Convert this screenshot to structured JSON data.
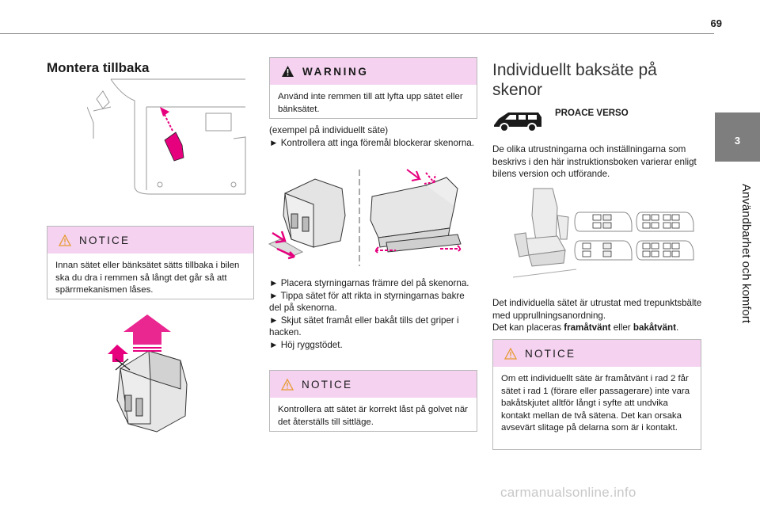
{
  "page_number": "69",
  "chapter": {
    "number": "3",
    "title": "Användbarhet och komfort"
  },
  "col1": {
    "heading": "Montera tillbaka",
    "notice": {
      "label": "NOTICE",
      "text": "Innan sätet eller bänksätet sätts tillbaka i bilen ska du dra i remmen så långt det går så att spärrmekanismen låses."
    }
  },
  "col2": {
    "warning": {
      "label": "WARNING",
      "text": "Använd inte remmen till att lyfta upp sätet eller bänksätet."
    },
    "intro_lines": [
      "(exempel på individuellt säte)",
      "► Kontrollera att inga föremål blockerar skenorna."
    ],
    "steps": [
      "► Placera styrningarnas främre del på skenorna.",
      "► Tippa sätet för att rikta in styrningarnas bakre del på skenorna.",
      "► Skjut sätet framåt eller bakåt tills det griper i hacken.",
      "► Höj ryggstödet."
    ],
    "notice": {
      "label": "NOTICE",
      "text": "Kontrollera att sätet är korrekt låst på golvet när det återställs till sittläge."
    }
  },
  "col3": {
    "title_line1": "Individuellt baksäte på",
    "title_line2": "skenor",
    "model": "PROACE VERSO",
    "intro": "De olika utrustningarna och inställningarna som beskrivs i den här instruktionsboken varierar enligt bilens version och utförande.",
    "desc_line1": "Det individuella sätet är utrustat med trepunktsbälte med upprullningsanordning.",
    "desc_prefix": "Det kan placeras ",
    "desc_bold1": "framåtvänt",
    "desc_mid": " eller ",
    "desc_bold2": "bakåtvänt",
    "desc_end": ".",
    "notice": {
      "label": "NOTICE",
      "text": "Om ett individuellt säte är framåtvänt i rad 2 får sätet i rad 1 (förare eller passagerare) inte vara bakåtskjutet alltför långt i syfte att undvika kontakt mellan de två sätena. Det kan orsaka avsevärt slitage på delarna som är i kontakt."
    }
  },
  "watermark": "carmanualsonline.info",
  "colors": {
    "accent": "#e6007e",
    "notice_bg": "#f4d2f0",
    "tab": "#7e7e7e"
  }
}
